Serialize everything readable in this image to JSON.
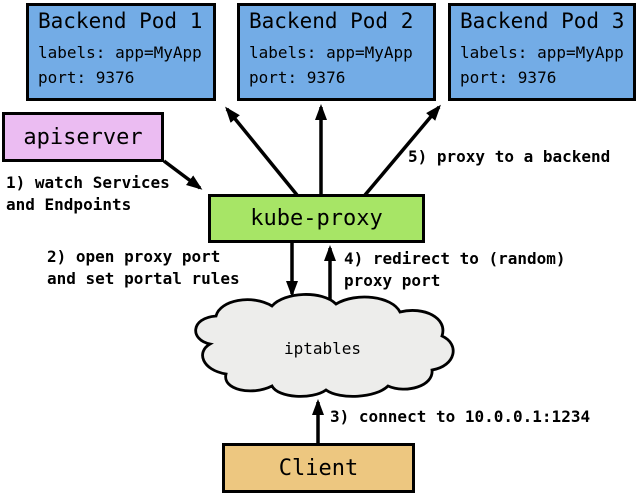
{
  "colors": {
    "pod_fill": "#73ACE6",
    "apiserver_fill": "#EBBCF2",
    "kube_proxy_fill": "#A7E566",
    "client_fill": "#EDC780",
    "cloud_fill": "#EDEDEB",
    "line_color": "#000000"
  },
  "pods": [
    {
      "title": "Backend Pod 1",
      "labels": "labels: app=MyApp",
      "port": "port: 9376"
    },
    {
      "title": "Backend Pod 2",
      "labels": "labels: app=MyApp",
      "port": "port: 9376"
    },
    {
      "title": "Backend Pod 3",
      "labels": "labels: app=MyApp",
      "port": "port: 9376"
    }
  ],
  "nodes": {
    "apiserver": "apiserver",
    "kube_proxy": "kube-proxy",
    "iptables": "iptables",
    "client": "Client"
  },
  "annotations": {
    "step1": "1) watch Services\nand Endpoints",
    "step2": "2) open proxy port\nand set portal rules",
    "step3": "3) connect to 10.0.0.1:1234",
    "step4": "4) redirect to (random)\nproxy port",
    "step5": "5) proxy to a backend"
  }
}
